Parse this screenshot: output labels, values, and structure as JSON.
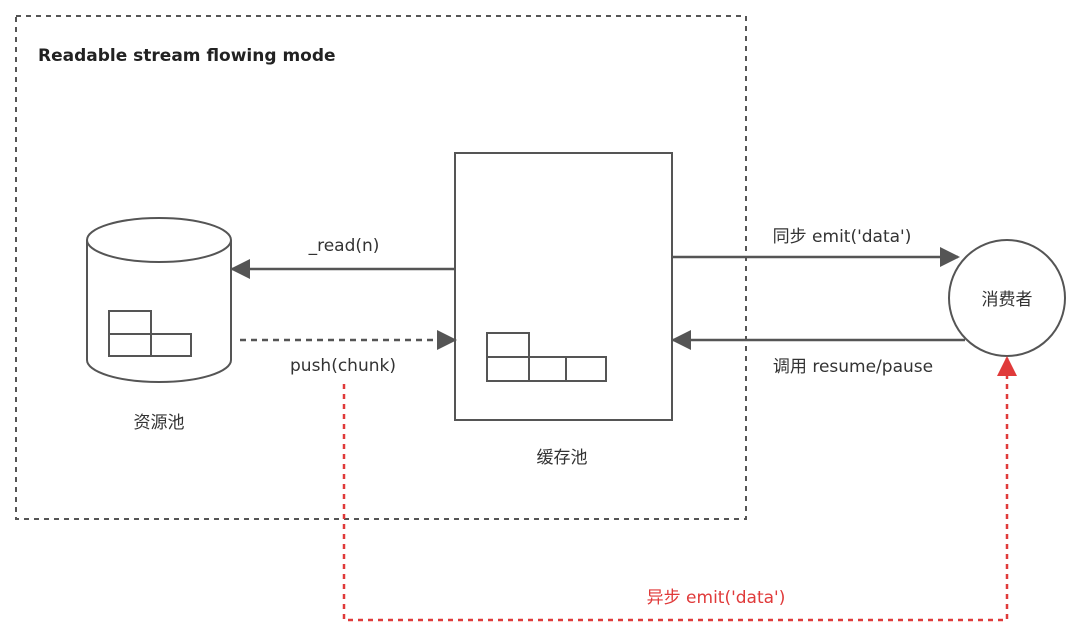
{
  "diagram": {
    "title": "Readable stream flowing mode",
    "resource_pool_label": "资源池",
    "buffer_pool_label": "缓存池",
    "consumer_label": "消费者",
    "read_label": "_read(n)",
    "push_label": "push(chunk)",
    "sync_emit_label": "同步 emit('data')",
    "resume_pause_label": "调用 resume/pause",
    "async_emit_label": "异步 emit('data')",
    "colors": {
      "stroke": "#555555",
      "async_arrow": "#e03a3a"
    }
  }
}
